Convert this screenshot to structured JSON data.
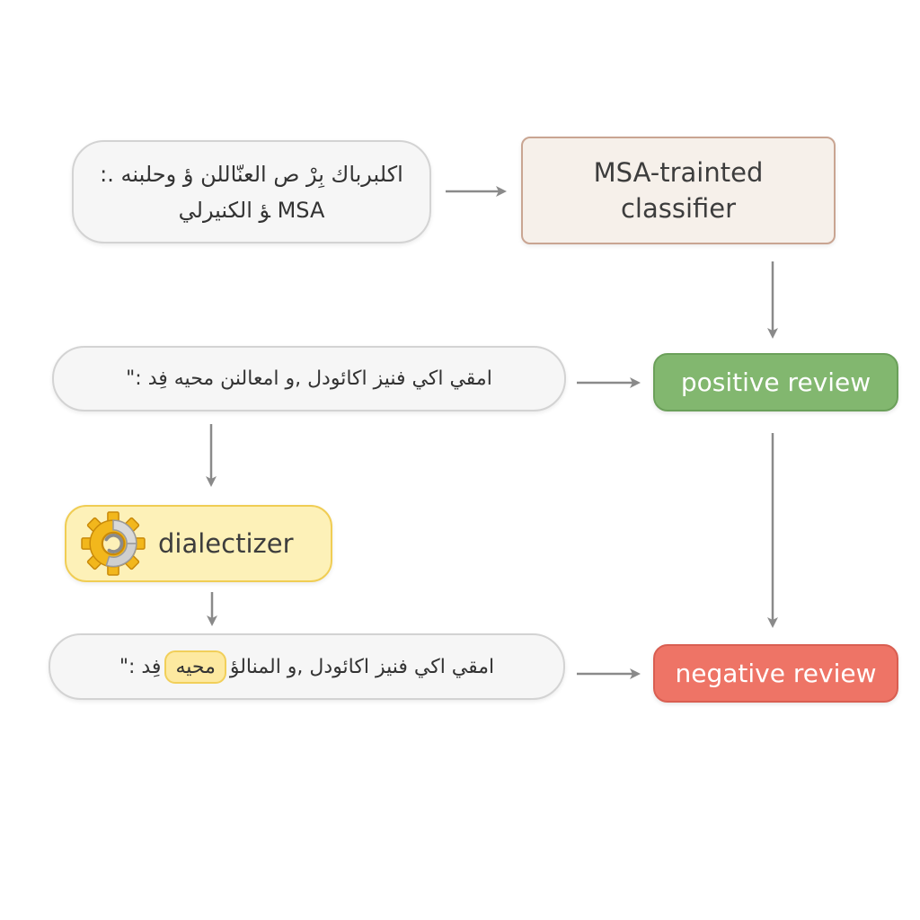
{
  "input_top": {
    "line1": "اكلبرباك بِرْ ص العنّاللن ؤ وحلبنه .:",
    "line2": "MSA ﺆ الكنيرلي"
  },
  "classifier": {
    "line1": "MSA-trainted",
    "line2": "classifier"
  },
  "input_mid": {
    "text": "امقي اكي فنيز اكائودل ,و امعالنن محيه فِد :\""
  },
  "dialectizer": {
    "label": "dialectizer",
    "icon": "gear-icon"
  },
  "input_bot": {
    "before": "امقي اكي فنيز اكائودل ,و المنالؤ",
    "highlight": "محيه",
    "after": "فِد :\""
  },
  "outputs": {
    "positive": "positive review",
    "negative": "negative review"
  },
  "colors": {
    "positive": "#82b76f",
    "negative": "#ee7466",
    "dialectizer": "#fdf1b8",
    "classifier": "#f6f0ea",
    "arrow": "#8a8a8a"
  }
}
